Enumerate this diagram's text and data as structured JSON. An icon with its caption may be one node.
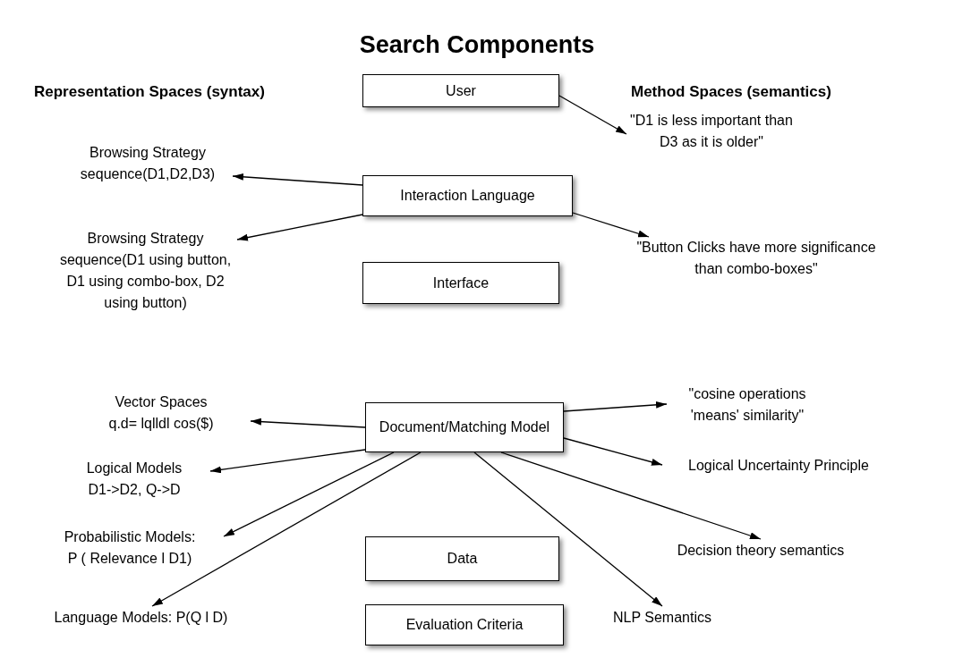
{
  "diagram": {
    "title": "Search Components",
    "nodes": [
      {
        "text": [
          "User"
        ]
      },
      {
        "text": [
          "Interaction Language"
        ]
      },
      {
        "text": [
          "Interface"
        ]
      },
      {
        "text": [
          "Document/Matching Model"
        ]
      },
      {
        "text": [
          "Data"
        ]
      },
      {
        "text": [
          "Evaluation Criteria"
        ]
      },
      {
        "text": [
          "\"D1 is less important than D3 as it is older\""
        ]
      },
      {
        "text": [
          "Browsing Strategy",
          "sequence(D1,D2,D3)"
        ]
      },
      {
        "text": [
          "Browsing Strategy",
          "sequence(D1 using button, D1 using combo-box, D2 using button)"
        ]
      },
      {
        "text": [
          "\"Button Clicks have more significance than combo-boxes\""
        ]
      },
      {
        "text": [
          "Vector Spaces",
          "q.d= lqlldl cos($)"
        ]
      },
      {
        "text": [
          "\"cosine operations 'means' similarity\""
        ]
      },
      {
        "text": [
          "Logical Models",
          "D1->D2, Q->D"
        ]
      },
      {
        "text": [
          "Logical Uncertainty Principle"
        ]
      },
      {
        "text": [
          "Probabilistic Models:",
          "P ( Relevance l D1)"
        ]
      },
      {
        "text": [
          "Decision theory semantics"
        ]
      },
      {
        "text": [
          "Language Models: P(Q l D)"
        ]
      },
      {
        "text": [
          "NLP Semantics"
        ]
      }
    ],
    "edges": [
      {
        "from": 0,
        "to": 6,
        "arrow": "to"
      },
      {
        "from": 1,
        "to": 7,
        "arrow": "to"
      },
      {
        "from": 1,
        "to": 8,
        "arrow": "to"
      },
      {
        "from": 1,
        "to": 9,
        "arrow": "to"
      },
      {
        "from": 3,
        "to": 10,
        "arrow": "to"
      },
      {
        "from": 3,
        "to": 11,
        "arrow": "to"
      },
      {
        "from": 3,
        "to": 12,
        "arrow": "to"
      },
      {
        "from": 3,
        "to": 13,
        "arrow": "to"
      },
      {
        "from": 3,
        "to": 14,
        "arrow": "to"
      },
      {
        "from": 3,
        "to": 15,
        "arrow": "to"
      },
      {
        "from": 3,
        "to": 16,
        "arrow": "to"
      },
      {
        "from": 3,
        "to": 17,
        "arrow": "to"
      }
    ],
    "labels": [
      "Representation Spaces (syntax)",
      "Method Spaces (semantics)"
    ]
  }
}
